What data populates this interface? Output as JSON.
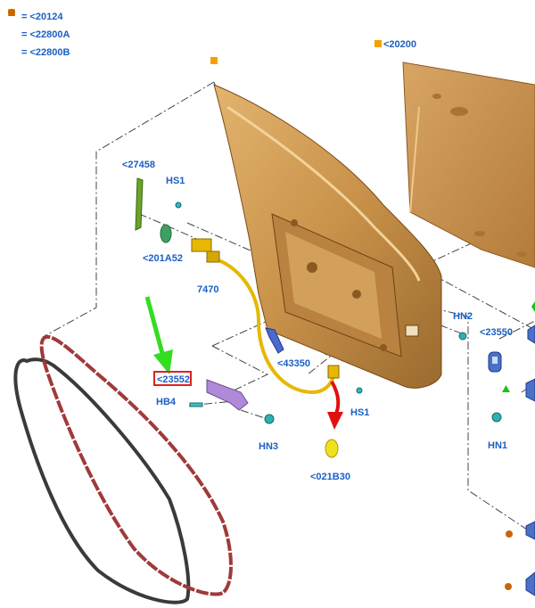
{
  "colors": {
    "callout_text": "#1a5fc4",
    "legend_square": "#f5a000",
    "legend_triangle": "#17c317",
    "legend_circle": "#c8640a",
    "door_shell": "#c9924a",
    "seal_outer": "#3a3a3a",
    "seal_inner": "#a03a3a",
    "harness": "#e6b800",
    "highlight_box": "#e02020",
    "green_arrow": "#33dd22",
    "red_arrow": "#e01010",
    "fastener": "#2e73d6"
  },
  "legend": [
    {
      "symbol": "square-icon",
      "label": "= <20124"
    },
    {
      "symbol": "triangle-icon",
      "label": "= <22800A"
    },
    {
      "symbol": "circle-icon",
      "label": "= <22800B"
    }
  ],
  "callouts": {
    "c20200": "<20200",
    "c27458": "<27458",
    "hs1_top": "HS1",
    "c201A52": "<201A52",
    "c7470": "7470",
    "hn2": "HN2",
    "c23550": "<23550",
    "c43350": "<43350",
    "c23552": "<23552",
    "hb4": "HB4",
    "hs1_bottom": "HS1",
    "hn3": "HN3",
    "hn1": "HN1",
    "c021B30": "<021B30"
  }
}
